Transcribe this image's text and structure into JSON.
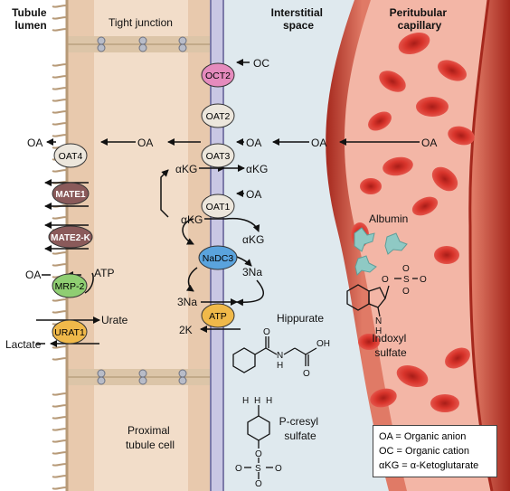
{
  "headers": {
    "tubule_lumen": [
      "Tubule",
      "lumen"
    ],
    "tight_junction": "Tight junction",
    "interstitial_space": [
      "Interstitial",
      "space"
    ],
    "peritubular_capillary": [
      "Peritubular",
      "capillary"
    ],
    "proximal_tubule_cell": [
      "Proximal",
      "tubule cell"
    ]
  },
  "transporters": {
    "oct2": "OCT2",
    "oat2": "OAT2",
    "oat3": "OAT3",
    "oat1": "OAT1",
    "nadc3": "NaDC3",
    "atp_pump": "ATP",
    "oat4": "OAT4",
    "mate1": "MATE1",
    "mate2k": "MATE2-K",
    "mrp2": "MRP-2",
    "urat1": "URAT1"
  },
  "substrates": {
    "oc": "OC",
    "oa": "OA",
    "akg": "αKG",
    "three_na": "3Na",
    "two_k": "2K",
    "atp": "ATP",
    "urate": "Urate",
    "lactate": "Lactate"
  },
  "molecules": {
    "albumin": "Albumin",
    "indoxyl_sulfate": [
      "Indoxyl",
      "sulfate"
    ],
    "hippurate": "Hippurate",
    "p_cresyl_sulfate": [
      "P-cresyl",
      "sulfate"
    ]
  },
  "legend": [
    "OA = Organic anion",
    "OC = Organic cation",
    "αKG = α-Ketoglutarate"
  ],
  "colors": {
    "lumen": "#ffffff",
    "cell": "#f2ddc9",
    "interstitium": "#dde8ee",
    "capillary": "#c93b2c",
    "rbc": "#d8342b",
    "oct2": "#e58bbd",
    "nadc3": "#5aa3dd",
    "atp_pump": "#f0b94a",
    "mate": "#8a5a5a",
    "mrp2": "#8fce72",
    "urat1": "#f0b94a",
    "neutral_transporter": "#ece6dc",
    "albumin": "#8fc9c4"
  }
}
